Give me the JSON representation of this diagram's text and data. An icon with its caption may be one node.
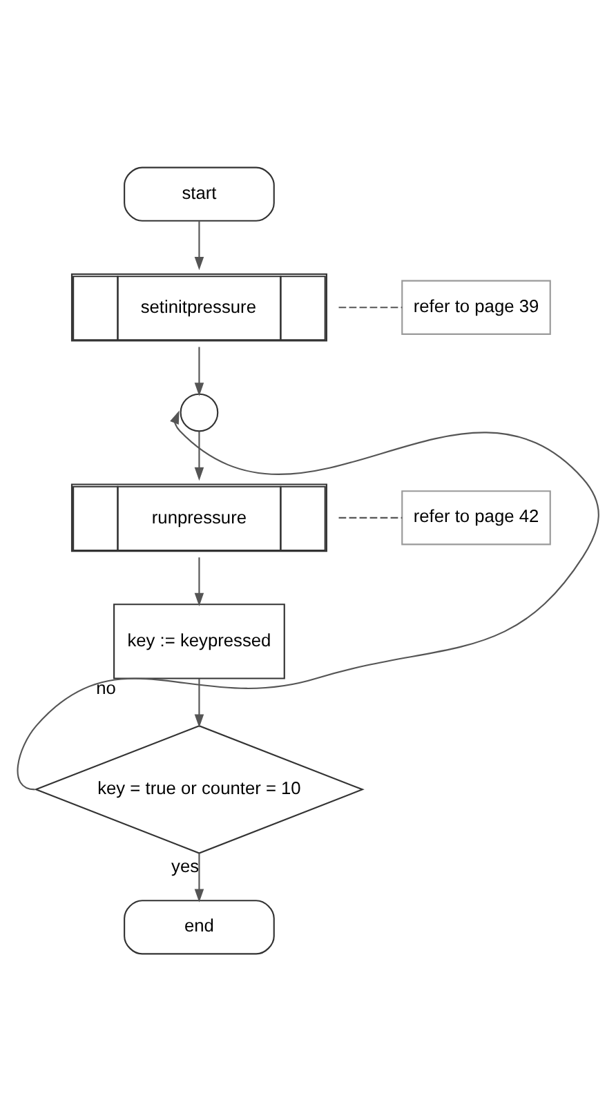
{
  "diagram": {
    "nodes": [
      {
        "text": [
          "start"
        ]
      },
      {
        "text": [
          "setinitpressure"
        ]
      },
      {
        "text": [
          "refer to page 39"
        ]
      },
      {
        "text": [],
        "shape": "circle"
      },
      {
        "text": [
          "runpressure"
        ]
      },
      {
        "text": [
          "refer to page 42"
        ]
      },
      {
        "text": [
          "key := keypressed"
        ]
      },
      {
        "text": [
          "key = true or counter = 10"
        ]
      },
      {
        "text": [
          "end"
        ]
      }
    ],
    "edges": [
      {
        "from": 0,
        "to": 1,
        "arrow": "to"
      },
      {
        "from": 1,
        "to": 2,
        "arrow": "none",
        "style": "dashed"
      },
      {
        "from": 1,
        "to": 3,
        "arrow": "to"
      },
      {
        "from": 3,
        "to": 4,
        "arrow": "to"
      },
      {
        "from": 4,
        "to": 5,
        "arrow": "none",
        "style": "dashed"
      },
      {
        "from": 4,
        "to": 6,
        "arrow": "to"
      },
      {
        "from": 6,
        "to": 7,
        "arrow": "to"
      },
      {
        "from": 7,
        "to": 3,
        "arrow": "to",
        "label": "no"
      },
      {
        "from": 7,
        "to": 8,
        "arrow": "to",
        "label": "yes"
      }
    ]
  }
}
